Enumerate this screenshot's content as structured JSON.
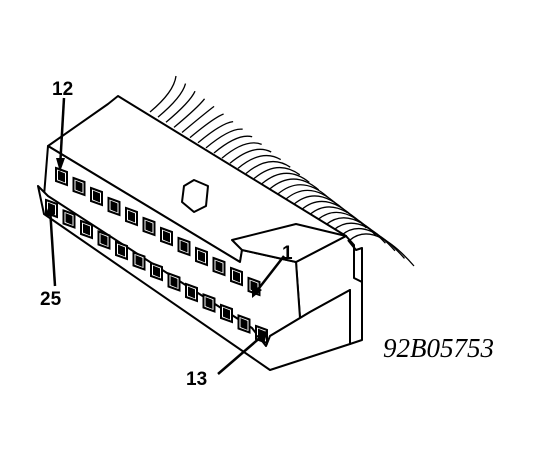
{
  "labels": {
    "pin_12": "12",
    "pin_1": "1",
    "pin_25": "25",
    "pin_13": "13"
  },
  "reference_code": "92B05753",
  "colors": {
    "ink": "#000000",
    "paper": "#ffffff"
  }
}
